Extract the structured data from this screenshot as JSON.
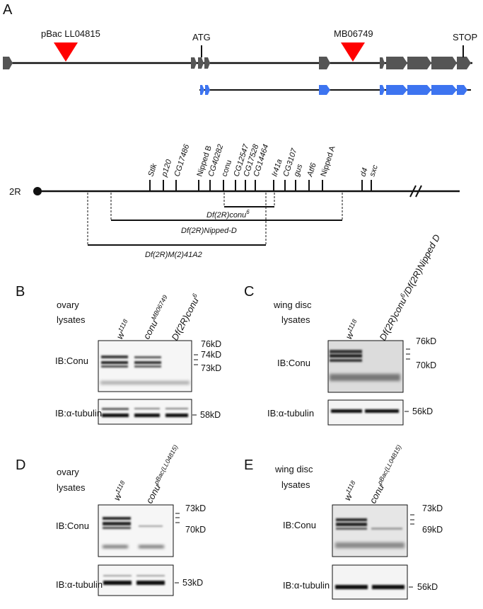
{
  "panels": {
    "A": "A",
    "B": "B",
    "C": "C",
    "D": "D",
    "E": "E"
  },
  "gene_model": {
    "insertion_1": "pBac LL04815",
    "insertion_2": "MB06749",
    "atg": "ATG",
    "stop": "STOP",
    "colors": {
      "insertion": "#ff0000",
      "exon_genomic": "#555555",
      "exon_transcript": "#3d74f0"
    }
  },
  "chromosome": {
    "arm": "2R",
    "genes": [
      "Stlk",
      "p120",
      "CG17486",
      "Nipped B",
      "CG40282",
      "conu",
      "CG12547",
      "CG17528",
      "CG14464",
      "Ir41a",
      "CG3107",
      "gus",
      "Atf6",
      "Nipped A",
      "d4",
      "sxc"
    ],
    "deficiencies": [
      {
        "name": "Df(2R)conu",
        "superscript": "6"
      },
      {
        "name": "Df(2R)Nipped-D",
        "superscript": ""
      },
      {
        "name": "Df(2R)M(2)41A2",
        "superscript": ""
      }
    ]
  },
  "blots": {
    "B": {
      "tissue_line1": "ovary",
      "tissue_line2": "lysates",
      "lanes": [
        {
          "base": "w",
          "sup": "1118"
        },
        {
          "base": "conu",
          "sup": "MB06749"
        },
        {
          "base": "Df(2R)conu",
          "sup": "6"
        }
      ],
      "conu_label": "IB:Conu",
      "tubulin_label": "IB:α-tubulin",
      "conu_markers": [
        "76kD",
        "74kD",
        "73kD"
      ],
      "tubulin_marker": "58kD"
    },
    "C": {
      "tissue_line1": "wing disc",
      "tissue_line2": "lysates",
      "lanes": [
        {
          "base": "w",
          "sup": "1118"
        },
        {
          "base": "Df(2R)conu",
          "sup": "6",
          "rest": "/Df(2R)Nipped D"
        }
      ],
      "conu_label": "IB:Conu",
      "tubulin_label": "IB:α-tubulin",
      "conu_markers": [
        "76kD",
        "70kD"
      ],
      "tubulin_marker": "56kD"
    },
    "D": {
      "tissue_line1": "ovary",
      "tissue_line2": "lysates",
      "lanes": [
        {
          "base": "w",
          "sup": "1118"
        },
        {
          "base": "conu",
          "sup": "pBac(LL04815)"
        }
      ],
      "conu_label": "IB:Conu",
      "tubulin_label": "IB:α-tubulin",
      "conu_markers": [
        "73kD",
        "70kD"
      ],
      "tubulin_marker": "53kD"
    },
    "E": {
      "tissue_line1": "wing disc",
      "tissue_line2": "lysates",
      "lanes": [
        {
          "base": "w",
          "sup": "1118"
        },
        {
          "base": "conu",
          "sup": "pBac(LL04815)"
        }
      ],
      "conu_label": "IB:Conu",
      "tubulin_label": "IB:α-tubulin",
      "conu_markers": [
        "73kD",
        "69kD"
      ],
      "tubulin_marker": "56kD"
    }
  }
}
